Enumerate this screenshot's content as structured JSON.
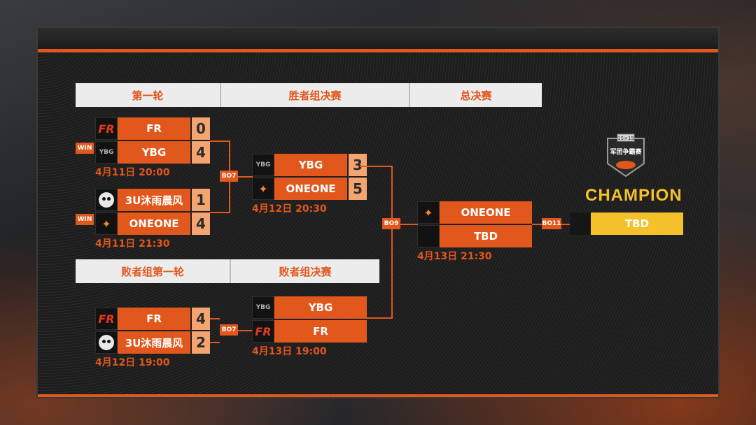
{
  "headers": {
    "round1": "第一轮",
    "winners_final": "胜者组决赛",
    "grand_final": "总决赛",
    "losers_round1": "败者组第一轮",
    "losers_final": "败者组决赛"
  },
  "r1_match1": {
    "team_a": "FR",
    "score_a": "0",
    "team_b": "YBG",
    "score_b": "4",
    "time": "4月11日 20:00",
    "win_label": "WIN"
  },
  "r1_match2": {
    "team_a": "3U沐雨晨风",
    "score_a": "1",
    "team_b": "ONEONE",
    "score_b": "4",
    "time": "4月11日 21:30",
    "win_label": "WIN"
  },
  "winners_final": {
    "team_a": "YBG",
    "score_a": "3",
    "team_b": "ONEONE",
    "score_b": "5",
    "time": "4月12日 20:30",
    "bo": "BO7"
  },
  "losers_r1": {
    "team_a": "FR",
    "score_a": "4",
    "team_b": "3U沐雨晨风",
    "score_b": "2",
    "time": "4月12日 19:00",
    "bo": "BO7"
  },
  "losers_final": {
    "team_a": "YBG",
    "team_b": "FR",
    "time": "4月13日 19:00"
  },
  "grand_final": {
    "team_a": "ONEONE",
    "team_b": "TBD",
    "time": "4月13日 21:30",
    "bo": "BO9"
  },
  "champion": {
    "title": "CHAMPION",
    "team": "TBD",
    "bo": "BO11",
    "badge_top": "15×15",
    "badge_text": "军团争霸赛"
  },
  "logos": {
    "fr": "FR",
    "ybg": "YBG"
  },
  "colors": {
    "accent": "#e2571b",
    "score_bg": "#f4a470",
    "champion": "#f5c12b"
  }
}
